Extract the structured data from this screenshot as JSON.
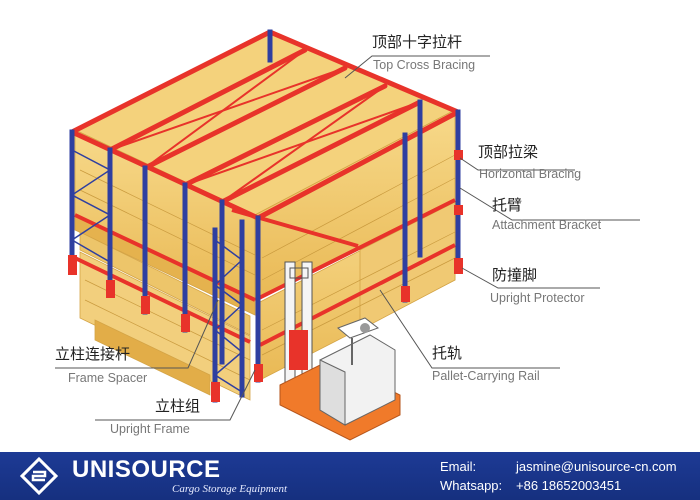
{
  "labels": [
    {
      "id": "top-cross-bracing",
      "cn": "顶部十字拉杆",
      "en": "Top Cross Bracing"
    },
    {
      "id": "horizontal-bracing",
      "cn": "顶部拉梁",
      "en": "Horizontal Bracing"
    },
    {
      "id": "attachment-bracket",
      "cn": "托臂",
      "en": "Attachment Bracket"
    },
    {
      "id": "upright-protector",
      "cn": "防撞脚",
      "en": "Upright Protector"
    },
    {
      "id": "pallet-carrying-rail",
      "cn": "托轨",
      "en": "Pallet-Carrying Rail"
    },
    {
      "id": "frame-spacer",
      "cn": "立柱连接杆",
      "en": "Frame Spacer"
    },
    {
      "id": "upright-frame",
      "cn": "立柱组",
      "en": "Upright Frame"
    }
  ],
  "footer": {
    "brand": "UNISOURCE",
    "tagline": "Cargo Storage Equipment",
    "email_label": "Email:",
    "email": "jasmine@unisource-cn.com",
    "whatsapp_label": "Whatsapp:",
    "whatsapp": "+86 18652003451"
  },
  "colors": {
    "upright": "#2f3fa0",
    "beam": "#e8332a",
    "pallet": "#f2c96a",
    "footer": "#1d3a95",
    "forklift": "#f0f0f0",
    "forklift_base": "#f07a2a"
  }
}
